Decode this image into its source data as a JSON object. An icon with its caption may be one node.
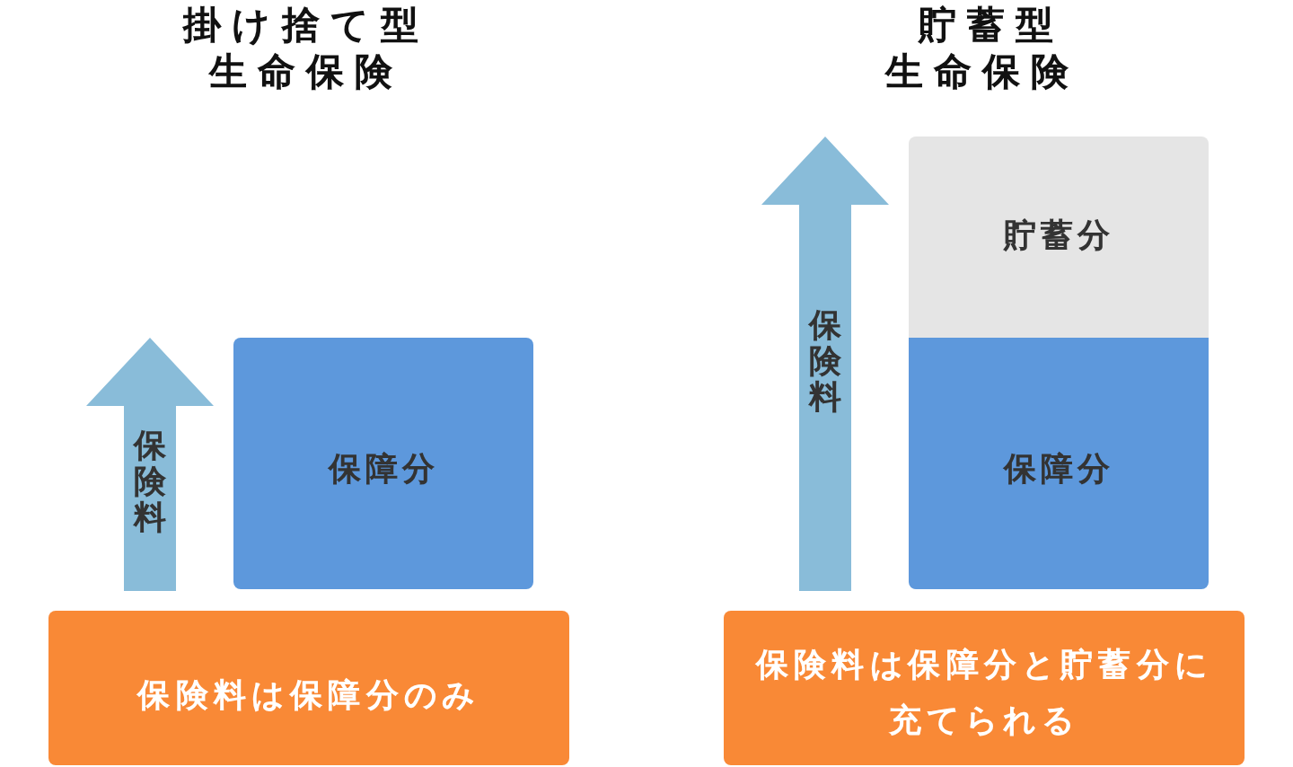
{
  "diagram": {
    "nodes": [
      {
        "text": [
          "保険料"
        ]
      },
      {
        "text": [
          "保障分"
        ]
      },
      {
        "text": [
          "保険料は保障分のみ"
        ]
      },
      {
        "text": [
          "保険料"
        ]
      },
      {
        "text": [
          "貯蓄分"
        ]
      },
      {
        "text": [
          "保障分"
        ]
      },
      {
        "text": [
          "保険料は保障分と貯蓄分に充てられる"
        ]
      }
    ],
    "labels": [
      "掛け捨て型生命保険",
      "貯蓄型生命保険"
    ]
  }
}
